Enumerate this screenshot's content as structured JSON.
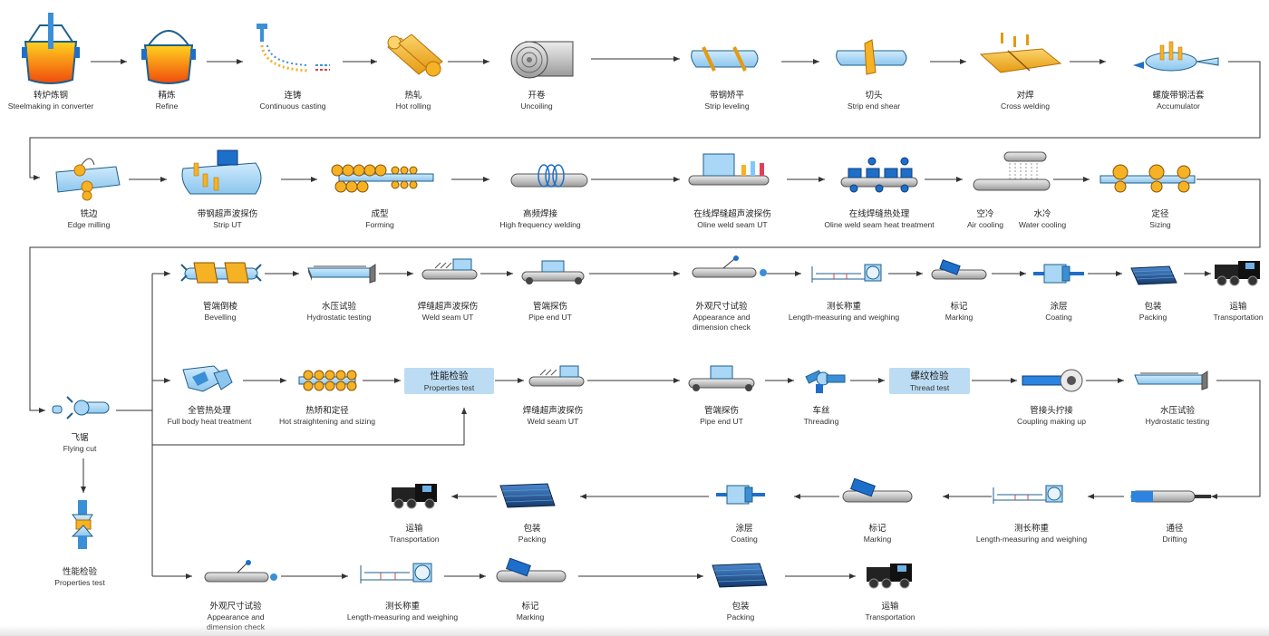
{
  "steps": {
    "steelmaking": {
      "zh": "转炉炼钢",
      "en": "Steelmaking in converter"
    },
    "refine": {
      "zh": "精炼",
      "en": "Refine"
    },
    "continuous_casting": {
      "zh": "连铸",
      "en": "Continuous casting"
    },
    "hot_rolling": {
      "zh": "热轧",
      "en": "Hot rolling"
    },
    "uncoiling": {
      "zh": "开卷",
      "en": "Uncoiling"
    },
    "strip_leveling": {
      "zh": "带钢矫平",
      "en": "Strip leveling"
    },
    "strip_end_shear": {
      "zh": "切头",
      "en": "Strip end shear"
    },
    "cross_welding": {
      "zh": "对焊",
      "en": "Cross welding"
    },
    "accumulator": {
      "zh": "螺旋带钢活套",
      "en": "Accumulator"
    },
    "edge_milling": {
      "zh": "铣边",
      "en": "Edge milling"
    },
    "strip_ut": {
      "zh": "带钢超声波探伤",
      "en": "Strip UT"
    },
    "forming": {
      "zh": "成型",
      "en": "Forming"
    },
    "hf_welding": {
      "zh": "高频焊接",
      "en": "High frequency welding"
    },
    "online_weld_ut": {
      "zh": "在线焊缝超声波探伤",
      "en": "Oline weld seam UT"
    },
    "online_heat_treatment": {
      "zh": "在线焊缝热处理",
      "en": "Oline weld seam heat treatment"
    },
    "air_cooling": {
      "zh": "空冷",
      "en": "Air cooling"
    },
    "water_cooling": {
      "zh": "水冷",
      "en": "Water cooling"
    },
    "sizing": {
      "zh": "定径",
      "en": "Sizing"
    },
    "flying_cut": {
      "zh": "飞锯",
      "en": "Flying cut"
    },
    "properties_test": {
      "zh": "性能检验",
      "en": "Properties test"
    },
    "bevelling": {
      "zh": "管端倒棱",
      "en": "Bevelling"
    },
    "hydrostatic": {
      "zh": "水压试验",
      "en": "Hydrostatic testing"
    },
    "weld_seam_ut": {
      "zh": "焊缝超声波探伤",
      "en": "Weld seam UT"
    },
    "pipe_end_ut": {
      "zh": "管端探伤",
      "en": "Pipe end UT"
    },
    "appearance": {
      "zh": "外观尺寸试验",
      "en": "Appearance and",
      "en2": "dimension check"
    },
    "length_weigh": {
      "zh": "测长称重",
      "en": "Length-measuring and weighing"
    },
    "marking": {
      "zh": "标记",
      "en": "Marking"
    },
    "coating": {
      "zh": "涂层",
      "en": "Coating"
    },
    "packing": {
      "zh": "包装",
      "en": "Packing"
    },
    "transportation": {
      "zh": "运输",
      "en": "Transportation"
    },
    "full_body_heat": {
      "zh": "全管热处理",
      "en": "Full body heat treatment"
    },
    "hot_straightening": {
      "zh": "热矫和定径",
      "en": "Hot straightening and sizing"
    },
    "threading": {
      "zh": "车丝",
      "en": "Threading"
    },
    "thread_test": {
      "zh": "螺纹检验",
      "en": "Thread test"
    },
    "coupling": {
      "zh": "管接头拧接",
      "en": "Coupling making up"
    },
    "drifting": {
      "zh": "通径",
      "en": "Drifting"
    }
  },
  "icons": {
    "ladle": "converter-ladle-icon",
    "refine": "refining-ladle-icon",
    "casting": "continuous-casting-icon",
    "rolling": "hot-rolling-cylinders-icon",
    "coil": "steel-coil-icon",
    "strip": "steel-strip-icon",
    "pipe": "steel-pipe-icon",
    "truck": "truck-icon"
  },
  "colors": {
    "line": "#444444",
    "strip_blue": "#a9d7f5",
    "strip_stroke": "#1f5f8b",
    "accent_orange": "#f5b225",
    "pipe_gray": "#c9c9c9",
    "box_blue": "#bcdcf3",
    "deep_blue": "#1e6fc9"
  }
}
